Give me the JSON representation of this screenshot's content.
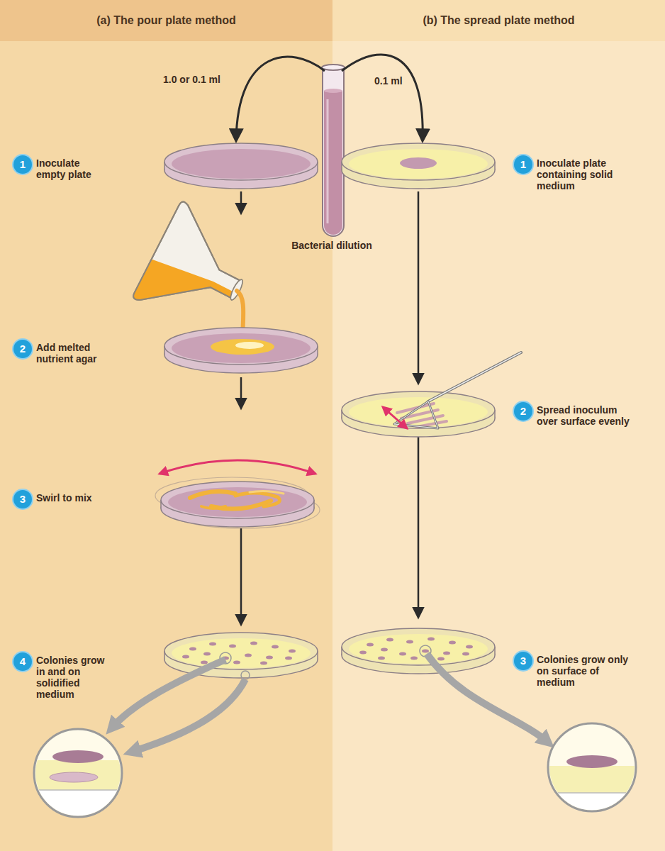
{
  "diagram": {
    "nodes": [
      {
        "text": [
          "(a) The pour plate method"
        ]
      },
      {
        "text": [
          "(b) The spread plate method"
        ]
      },
      {
        "text": [
          "1",
          "Inoculate empty plate"
        ]
      },
      {
        "text": [
          "2",
          "Add melted nutrient agar"
        ]
      },
      {
        "text": [
          "3",
          "Swirl to mix"
        ]
      },
      {
        "text": [
          "4",
          "Colonies grow in and on solidified medium"
        ]
      },
      {
        "text": [
          "1",
          "Inoculate plate containing solid medium"
        ]
      },
      {
        "text": [
          "2",
          "Spread inoculum over surface evenly"
        ]
      },
      {
        "text": [
          "3",
          "Colonies grow only on surface of medium"
        ]
      }
    ],
    "labels": [
      "1.0 or 0.1 ml",
      "0.1 ml",
      "Bacterial dilution"
    ]
  }
}
